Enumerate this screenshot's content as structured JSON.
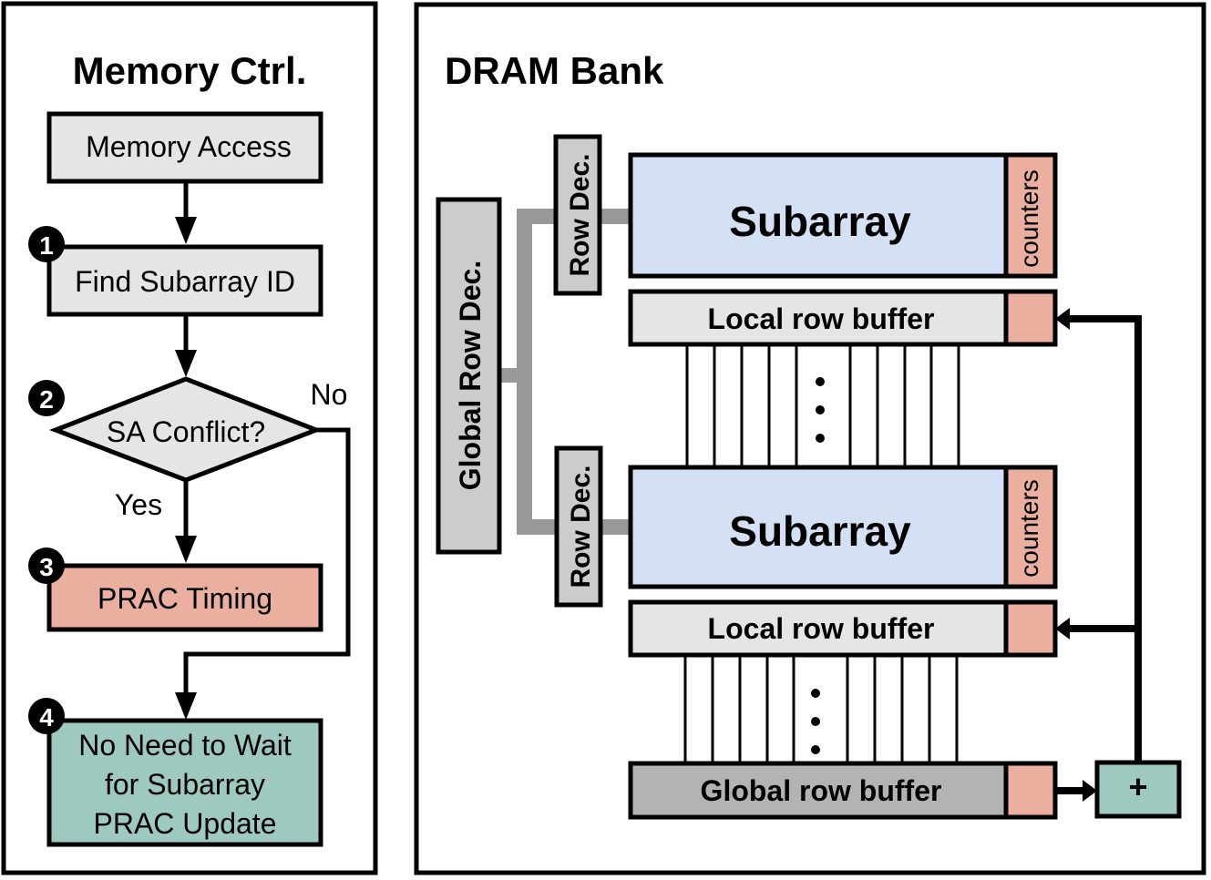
{
  "memory_ctrl": {
    "title": "Memory Ctrl.",
    "steps": {
      "access": "Memory Access",
      "find": "Find Subarray ID",
      "conflict": "SA Conflict?",
      "prac": "PRAC Timing",
      "no_wait": [
        "No Need to Wait",
        "for Subarray",
        "PRAC Update"
      ]
    },
    "badges": [
      "1",
      "2",
      "3",
      "4"
    ],
    "edge_labels": {
      "yes": "Yes",
      "no": "No"
    }
  },
  "dram_bank": {
    "title": "DRAM Bank",
    "global_row_decoder": "Global Row Dec.",
    "row_decoder": "Row Dec.",
    "subarray": "Subarray",
    "counters": "counters",
    "local_row_buffer": "Local row buffer",
    "global_row_buffer": "Global row buffer",
    "adder_symbol": "+"
  },
  "colors": {
    "gray_box": "#e5e5e5",
    "decoder_gray": "#cccccc",
    "global_buffer_gray": "#b3b3b3",
    "subarray_blue": "#d4e0f3",
    "counter_salmon": "#ebaf9f",
    "teal": "#9ec9c1",
    "wire_gray": "#999999"
  }
}
